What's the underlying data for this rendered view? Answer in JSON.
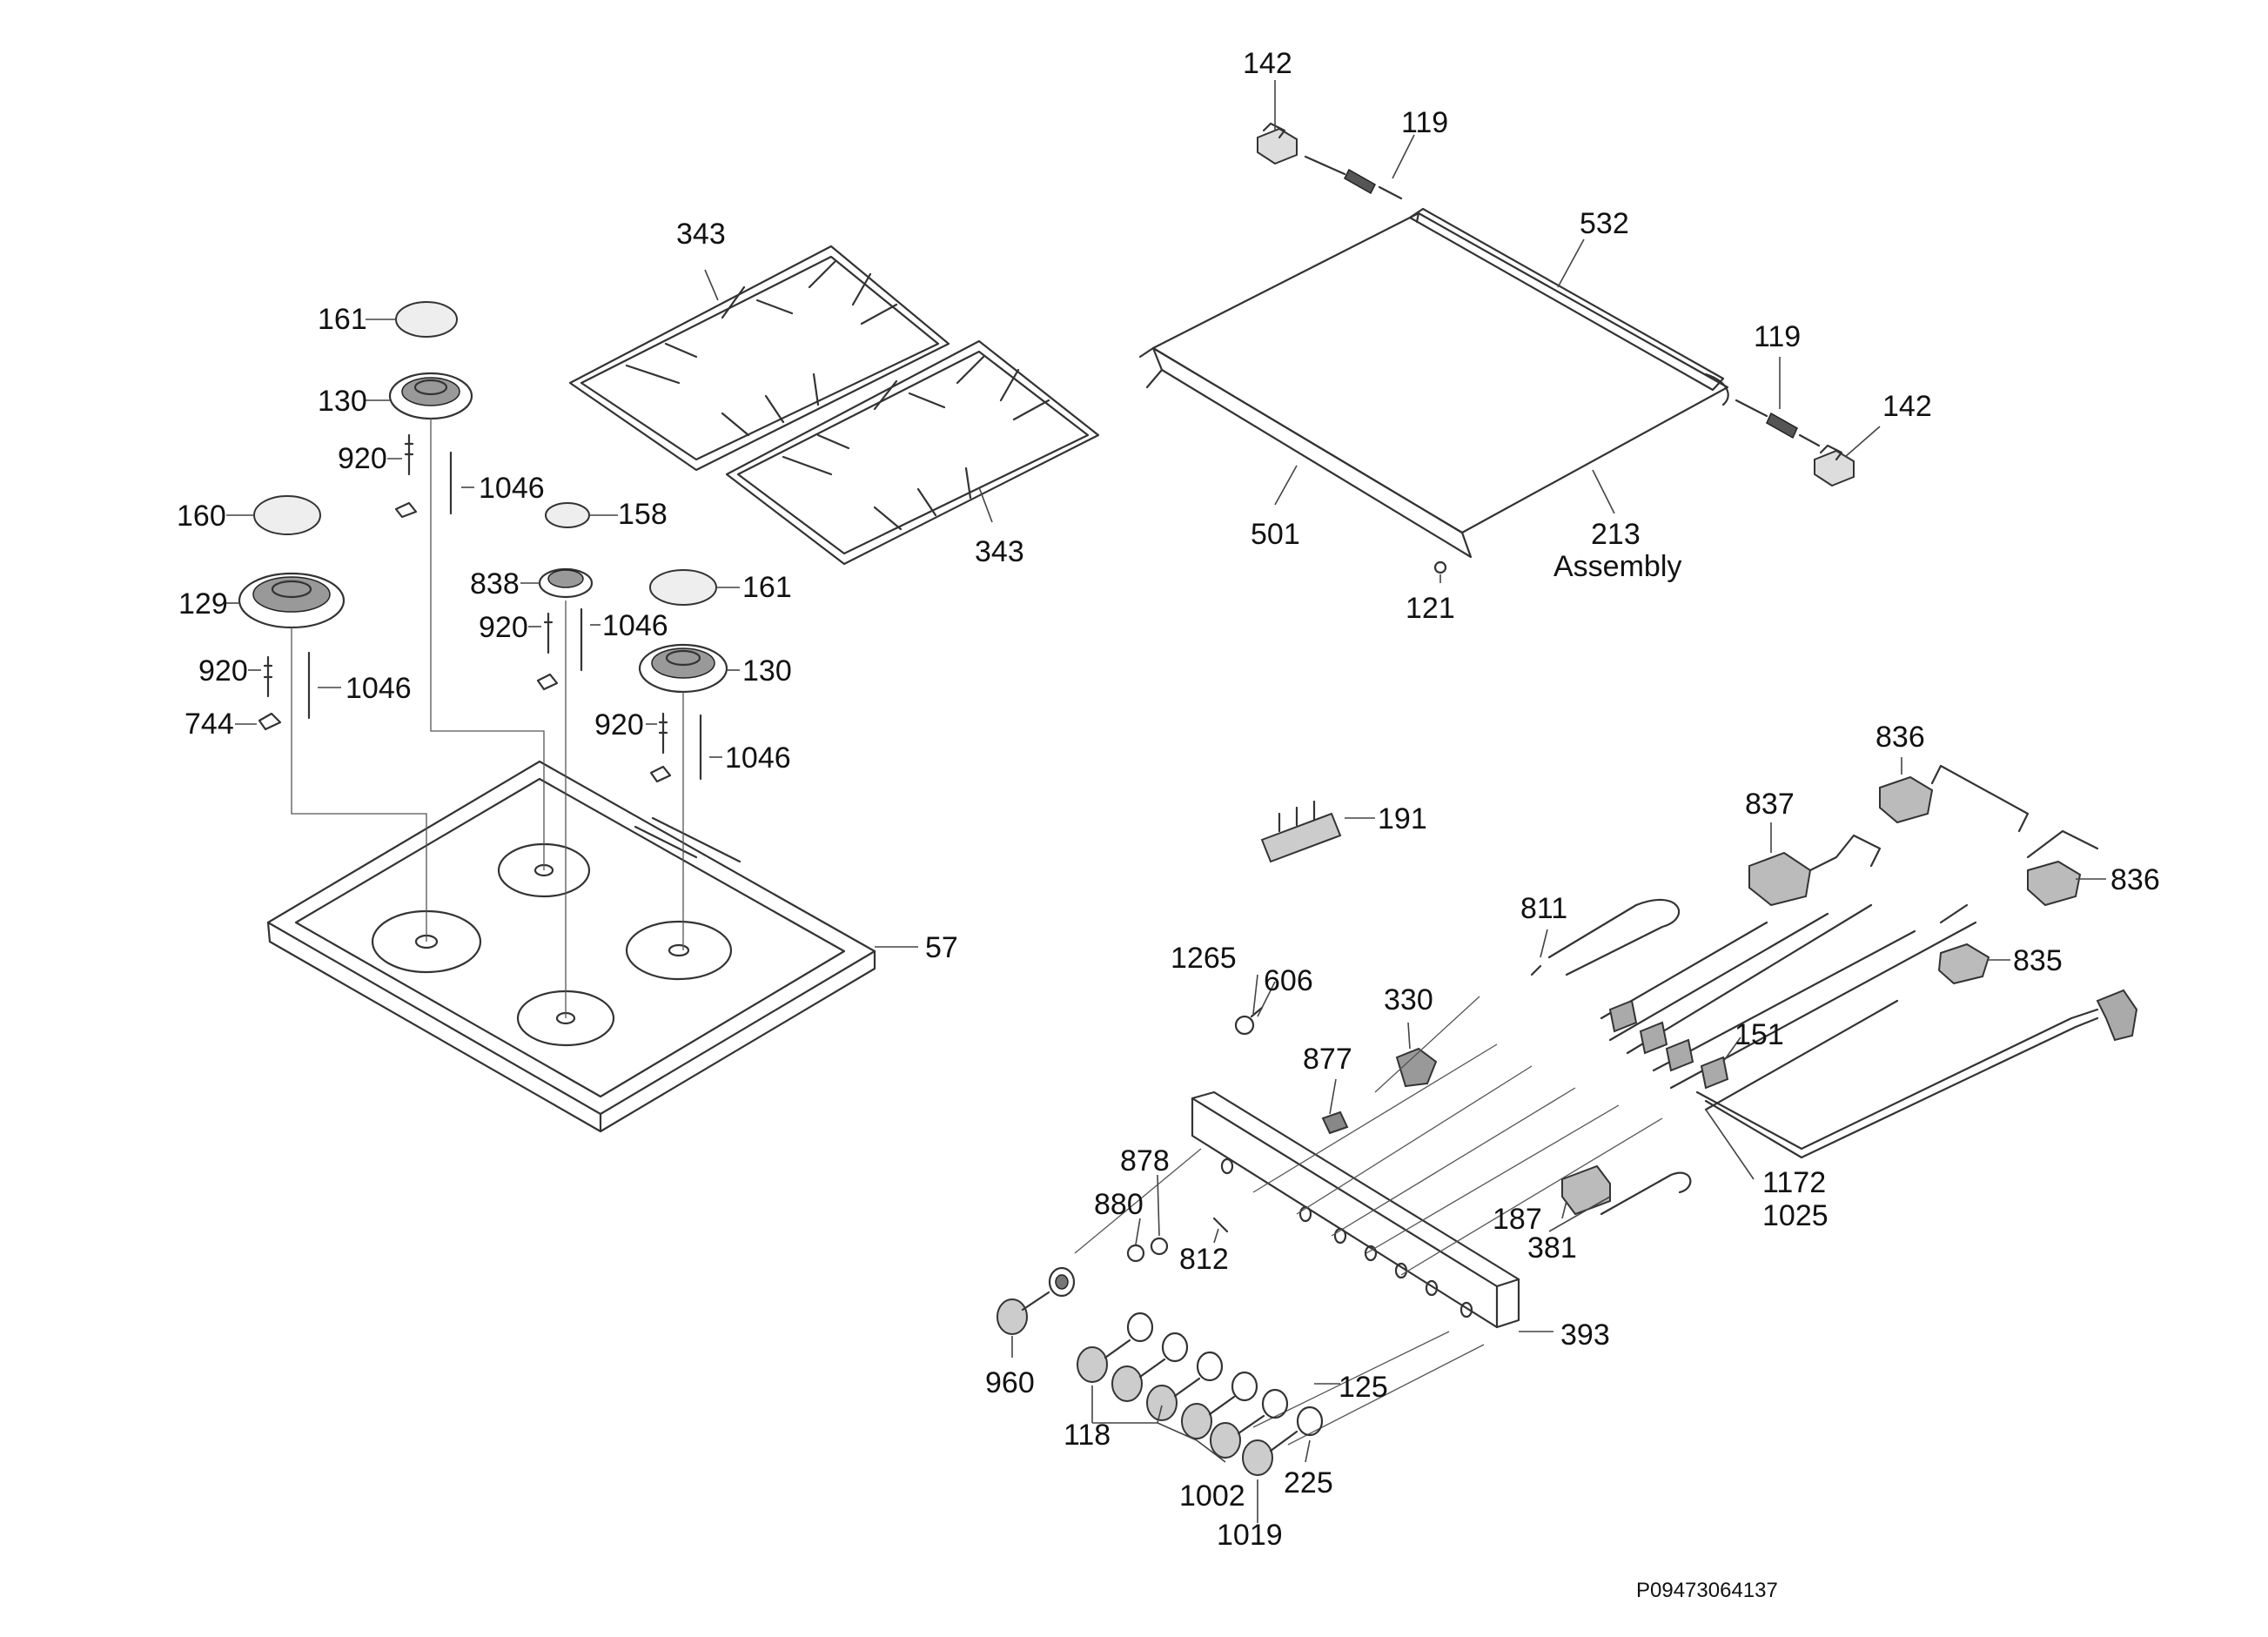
{
  "labels": {
    "l142a": "142",
    "l119a": "119",
    "l532": "532",
    "l119b": "119",
    "l142b": "142",
    "l501": "501",
    "l213": "213",
    "l213b": "Assembly",
    "l121": "121",
    "l343a": "343",
    "l343b": "343",
    "l161a": "161",
    "l130a": "130",
    "l920a": "920",
    "l1046a": "1046",
    "l160": "160",
    "l129": "129",
    "l920b": "920",
    "l1046b": "1046",
    "l744": "744",
    "l158": "158",
    "l838": "838",
    "l920c": "920",
    "l1046c": "1046",
    "l161b": "161",
    "l130b": "130",
    "l920d": "920",
    "l1046d": "1046",
    "l57": "57",
    "l191": "191",
    "l836a": "836",
    "l837": "837",
    "l836b": "836",
    "l811": "811",
    "l835": "835",
    "l1265": "1265",
    "l606": "606",
    "l330": "330",
    "l151": "151",
    "l877": "877",
    "l878": "878",
    "l880": "880",
    "l812": "812",
    "l1172": "1172",
    "l1025": "1025",
    "l187": "187",
    "l381": "381",
    "l393": "393",
    "l960": "960",
    "l125": "125",
    "l118": "118",
    "l1002": "1002",
    "l225": "225",
    "l1019": "1019"
  },
  "drawing_code": "P09473064137"
}
